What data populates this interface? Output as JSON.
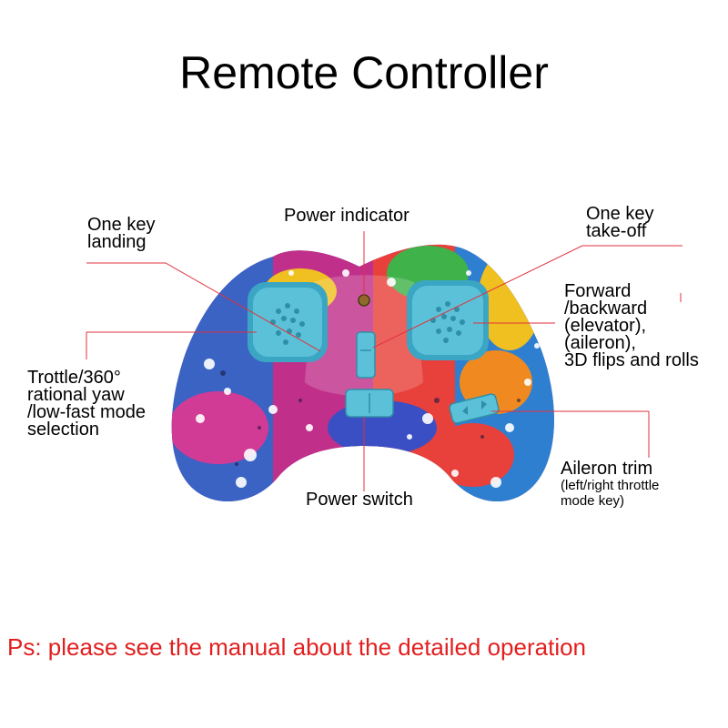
{
  "title": "Remote Controller",
  "labels": {
    "landing": "One key\nlanding",
    "power_indicator": "Power indicator",
    "takeoff": "One key\ntake-off",
    "forward": "Forward\n/backward\n(elevator),\n(aileron),\n3D flips and rolls",
    "throttle": "Trottle/360°\nrational yaw\n/low-fast mode\nselection",
    "power_switch": "Power switch",
    "aileron_trim": "Aileron trim",
    "aileron_trim_sub": "(left/right throttle\nmode key)"
  },
  "note": "Ps: please see the manual about the detailed operation",
  "colors": {
    "leader": "#e0323c",
    "note": "#e21f1f",
    "button": "#5bc1d8",
    "button_dark": "#2f8fa8"
  }
}
